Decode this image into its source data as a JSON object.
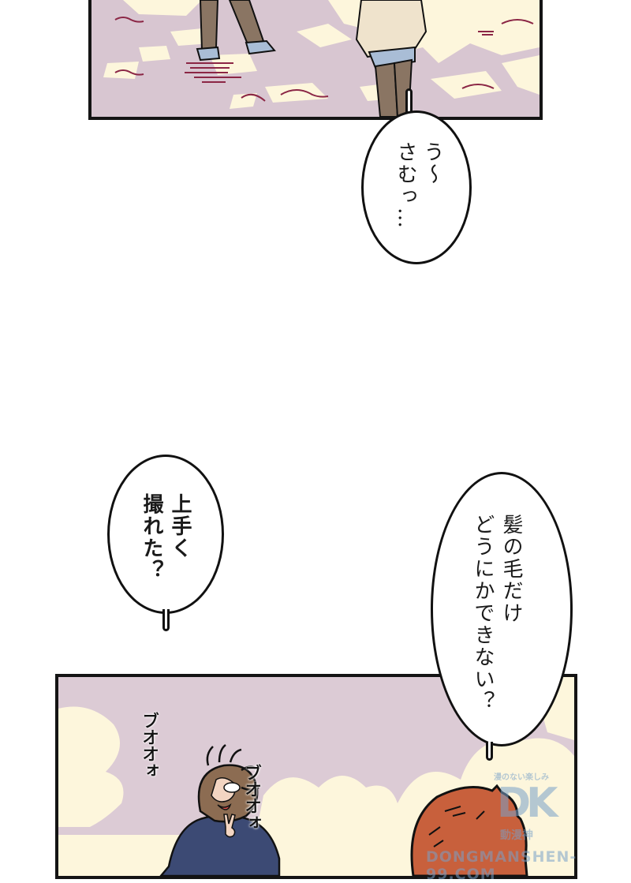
{
  "panels": {
    "top": {
      "description": "street scene with two figures' legs walking on snow-dappled pavement",
      "colors": {
        "ground": "#d8c6d1",
        "light_patch": "#fdf6dc",
        "pants": "#8a7563",
        "coat": "#efe3cc",
        "shoes": "#a9bdd6",
        "marks": "#8b2645"
      }
    },
    "bottom": {
      "description": "brown-haired girl in navy jacket making a peace sign, red-haired head in foreground",
      "colors": {
        "sky": "#dccbd5",
        "cloud": "#fdf6dc",
        "jacket": "#3c4a74",
        "girl_hair": "#8c6c52",
        "boy_hair": "#c8603c"
      }
    }
  },
  "bubbles": {
    "cold": {
      "lines": [
        "う〜",
        "さむっ…"
      ]
    },
    "photo": {
      "lines": [
        "上手く",
        "撮れた？"
      ]
    },
    "hair": {
      "lines": [
        "髪の毛だけ",
        "どうにかできない？"
      ]
    }
  },
  "sfx": {
    "wind_left": "ブオオォ",
    "wind_right": "ブオオォ"
  },
  "watermark": {
    "top_text": "漫のない楽しみ",
    "logo": "DK",
    "middle_text": "動漫神",
    "domain": "DONGMANSHEN-99.COM"
  }
}
